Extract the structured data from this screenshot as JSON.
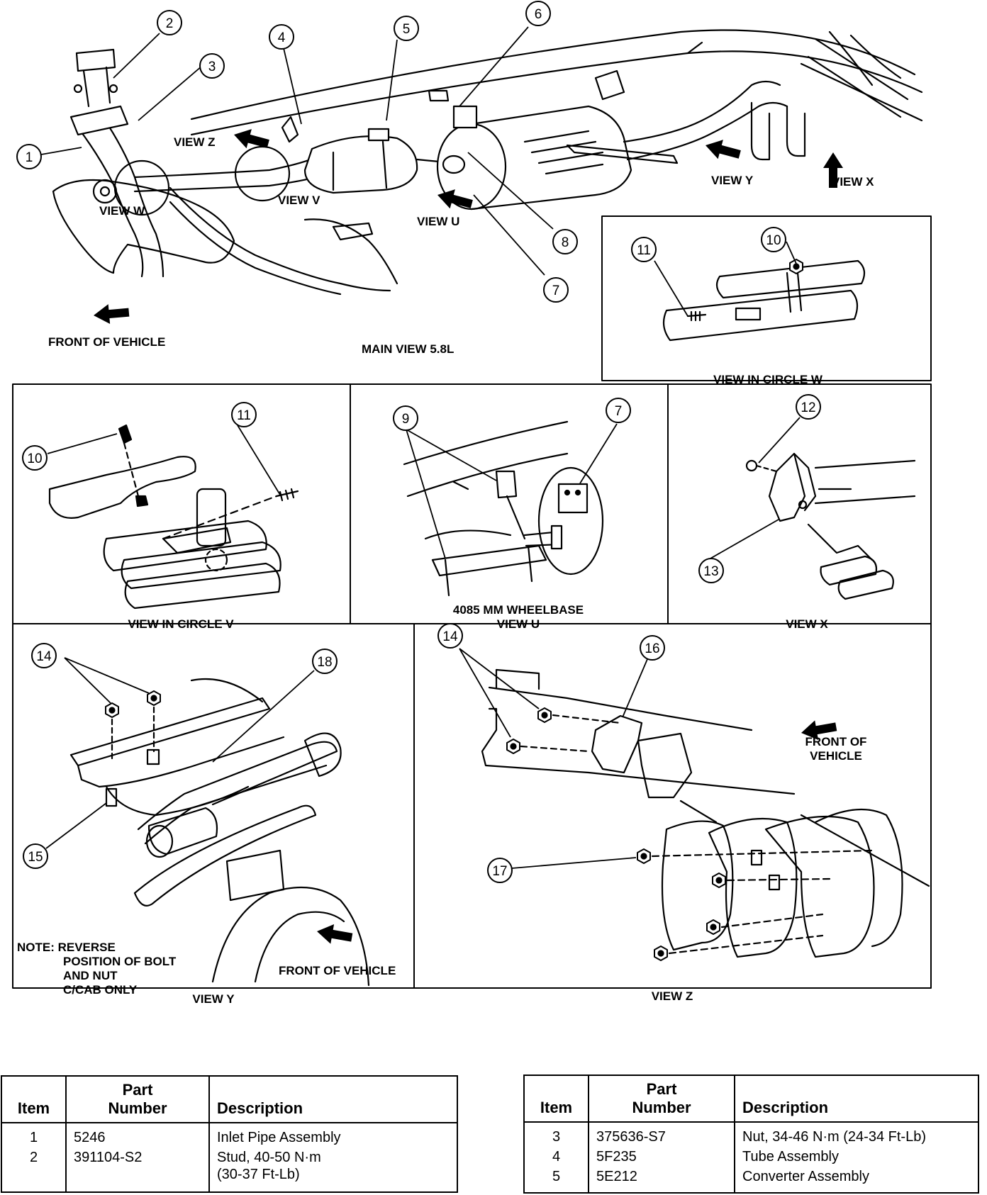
{
  "diagram": {
    "callouts": [
      "1",
      "2",
      "3",
      "4",
      "5",
      "6",
      "7",
      "8",
      "9",
      "10",
      "11",
      "12",
      "13",
      "14",
      "15",
      "16",
      "17",
      "18"
    ],
    "main": {
      "view_z": "VIEW Z",
      "view_v": "VIEW V",
      "view_w": "VIEW W",
      "view_u": "VIEW U",
      "view_y": "VIEW Y",
      "view_x": "VIEW X",
      "front": "FRONT OF VEHICLE",
      "title": "MAIN VIEW 5.8L"
    },
    "circle_w_title": "VIEW IN CIRCLE W",
    "circle_v_title": "VIEW IN CIRCLE V",
    "view_u_title_1": "4085 MM WHEELBASE",
    "view_u_title_2": "VIEW U",
    "view_x_title": "VIEW X",
    "view_y_title": "VIEW Y",
    "view_y_note_1": "NOTE: REVERSE",
    "view_y_note_2": "POSITION OF BOLT",
    "view_y_note_3": "AND NUT",
    "view_y_note_4": "C/CAB ONLY",
    "view_y_front": "FRONT OF VEHICLE",
    "view_z_title": "VIEW Z",
    "view_z_front_1": "FRONT OF",
    "view_z_front_2": "VEHICLE"
  },
  "tables": {
    "headers": {
      "item": "Item",
      "part_1": "Part",
      "part_2": "Number",
      "description": "Description"
    },
    "left": [
      {
        "item": "1",
        "part": "5246",
        "description": "Inlet Pipe Assembly"
      },
      {
        "item": "2",
        "part": "391104-S2",
        "description": "Stud, 40-50 N·m\n(30-37 Ft-Lb)"
      }
    ],
    "right": [
      {
        "item": "3",
        "part": "375636-S7",
        "description": "Nut, 34-46 N·m (24-34 Ft-Lb)"
      },
      {
        "item": "4",
        "part": "5F235",
        "description": "Tube Assembly"
      },
      {
        "item": "5",
        "part": "5E212",
        "description": "Converter Assembly"
      }
    ]
  }
}
